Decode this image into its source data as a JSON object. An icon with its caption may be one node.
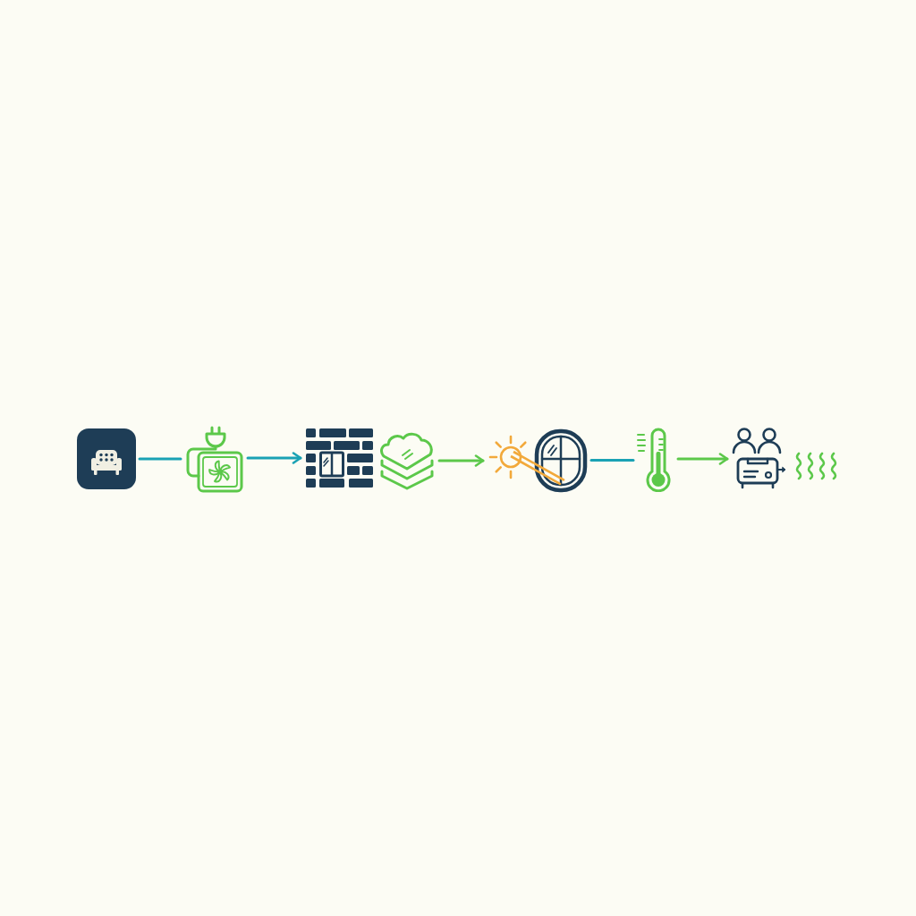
{
  "diagram": {
    "nodes": [
      {
        "text": [],
        "shape": "picture"
      },
      {
        "text": [],
        "shape": "picture"
      },
      {
        "text": [],
        "shape": "picture"
      },
      {
        "text": [],
        "shape": "picture"
      },
      {
        "text": [],
        "shape": "picture"
      },
      {
        "text": [],
        "shape": "picture"
      },
      {
        "text": [],
        "shape": "picture"
      },
      {
        "text": [],
        "shape": "picture"
      }
    ],
    "edges": [
      {
        "from": 0,
        "to": 1,
        "arrow": "none"
      },
      {
        "from": 1,
        "to": 2,
        "arrow": "to"
      },
      {
        "from": 3,
        "to": 4,
        "arrow": "to",
        "color": "#5cc84a"
      },
      {
        "from": 5,
        "to": 6,
        "arrow": "none"
      },
      {
        "from": 6,
        "to": 7,
        "arrow": "to",
        "color": "#5cc84a"
      }
    ]
  }
}
